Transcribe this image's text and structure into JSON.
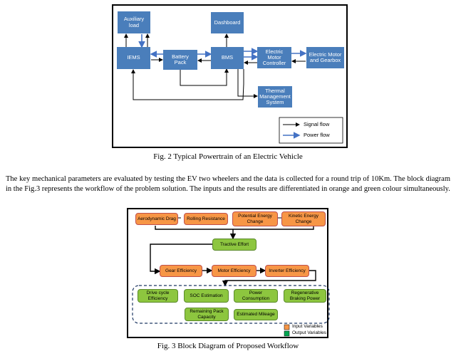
{
  "figure2": {
    "nodes": {
      "aux": "Auxiliary\nload",
      "dashboard": "Dashboard",
      "iems": "IEMS",
      "battery": "Battery\nPack",
      "bms": "BMS",
      "emc": "Electric\nMotor\nController",
      "motor": "Electric Motor\nand Gearbox",
      "thermal": "Thermal\nManagement\nSystem"
    },
    "legend": {
      "signal": "Signal flow",
      "power": "Power flow"
    },
    "caption": "Fig. 2 Typical Powertrain of an Electric Vehicle",
    "colors": {
      "box": "#4a7ebb",
      "power_arrow": "#4472c4",
      "signal_arrow": "#000000"
    }
  },
  "paragraph": "The key mechanical parameters are evaluated by testing the EV two wheelers and the data is collected for a round trip of 10Km. The block diagram in the Fig.3 represents the workflow of the problem solution. The inputs and the results are differentiated in orange and green colour simultaneously.",
  "figure3": {
    "inputs": [
      "Aerodynamic Drag",
      "Rolling Resistance",
      "Potential Energy\nChange",
      "Kinetic Energy\nChange"
    ],
    "tractive": "Tractive Effort",
    "efficiencies": [
      "Gear Efficiency",
      "Motor Efficiency",
      "Inverter Efficiency"
    ],
    "outputs": [
      "Drive cycle\nEfficiency",
      "SOC Estimation",
      "Power\nConsumption",
      "Regenerative\nBraking Power",
      "Remaining Pack\nCapacity",
      "Estimated Mileage"
    ],
    "legend": {
      "input": "Input Variables",
      "output": "Output Variables"
    },
    "caption": "Fig. 3 Block Diagram of Proposed Workflow",
    "colors": {
      "input": "#f79646",
      "output": "#8dc63f",
      "legend_input": "#f79646",
      "legend_output": "#00a650"
    }
  }
}
